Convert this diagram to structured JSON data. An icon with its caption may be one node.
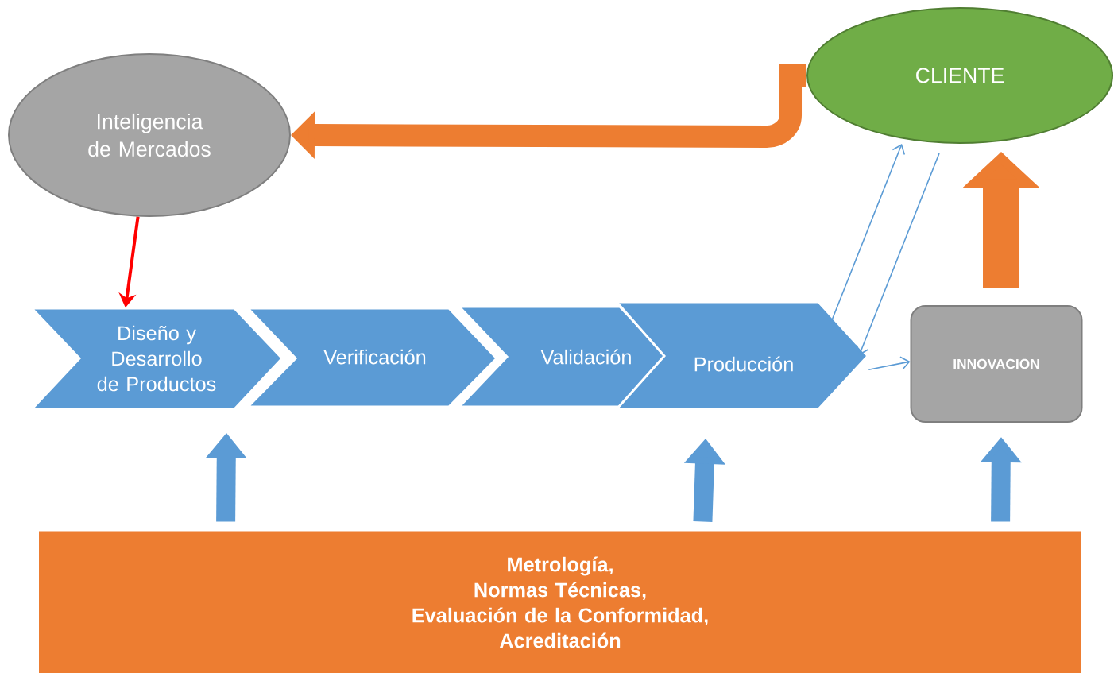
{
  "diagram": {
    "nodes": [
      {
        "text": [
          "Inteligencia de Mercados"
        ]
      },
      {
        "text": [
          "CLIENTE"
        ]
      },
      {
        "text": [
          "Diseño y Desarrollo de Productos"
        ]
      },
      {
        "text": [
          "Verificación"
        ]
      },
      {
        "text": [
          "Validación"
        ]
      },
      {
        "text": [
          "Producción"
        ]
      },
      {
        "text": [
          "INNOVACION"
        ]
      },
      {
        "text": [
          "Metrología,",
          "Normas Técnicas,",
          "Evaluación de la Conformidad,",
          "Acreditación"
        ]
      }
    ],
    "edges": [
      {
        "from": 1,
        "to": 0,
        "arrow": "to",
        "color": "#ed7d31"
      },
      {
        "from": 0,
        "to": 2,
        "arrow": "to",
        "color": "#ff0000"
      },
      {
        "from": 5,
        "to": 1,
        "arrow": "to"
      },
      {
        "from": 1,
        "to": 5,
        "arrow": "to"
      },
      {
        "from": 5,
        "to": 6,
        "arrow": "to"
      },
      {
        "from": 6,
        "to": 1,
        "arrow": "to",
        "style": "thick",
        "color": "#ed7d31"
      },
      {
        "from": 7,
        "to": 2,
        "arrow": "to"
      },
      {
        "from": 7,
        "to": 5,
        "arrow": "to"
      },
      {
        "from": 7,
        "to": 6,
        "arrow": "to"
      }
    ]
  }
}
